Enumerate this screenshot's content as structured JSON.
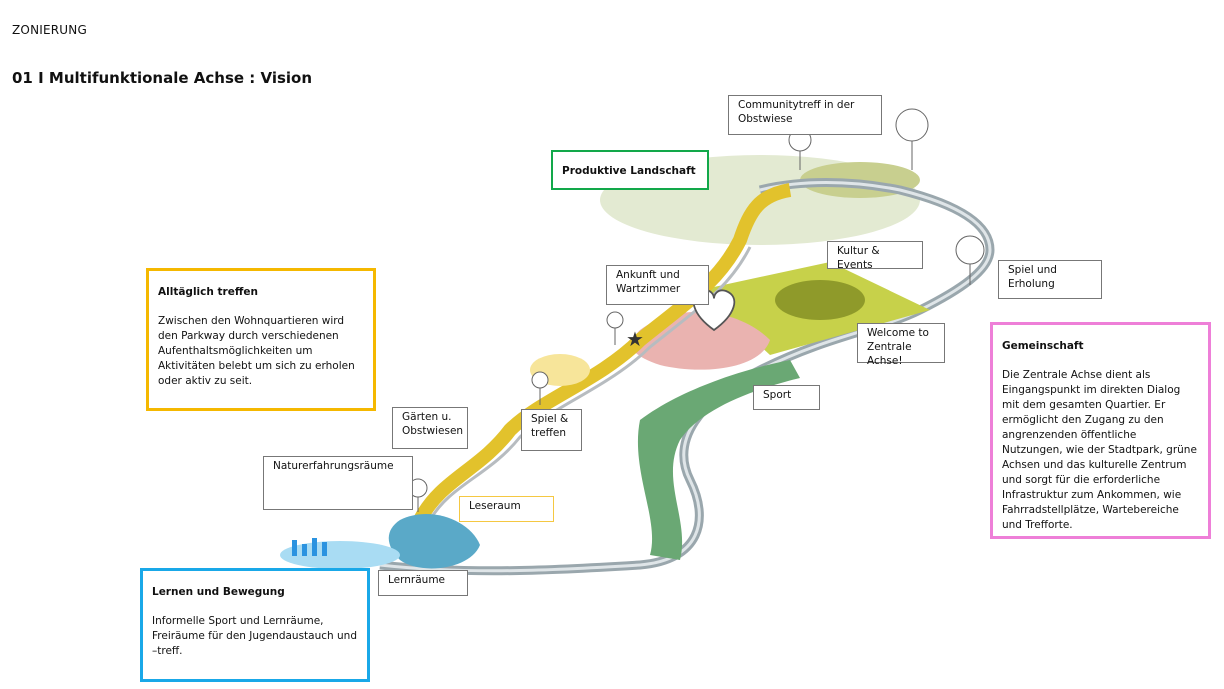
{
  "header": {
    "section": "ZONIERUNG",
    "title": "01 I Multifunktionale Achse : Vision"
  },
  "colors": {
    "yellow": "#f5b800",
    "pink": "#ee7fd8",
    "blue": "#19a8e8",
    "green": "#12a84a",
    "road": "#8a9aa2"
  },
  "labels": {
    "communitytreff": "Communitytreff in der Obstwiese",
    "produktive": "Produktive Landschaft",
    "kultur": "Kultur & Events",
    "spiel_erholung": "Spiel und Erholung",
    "ankunft": "Ankunft und Wartzimmer",
    "welcome": "Welcome to Zentrale Achse!",
    "sport": "Sport",
    "gaerten": "Gärten u. Obstwiesen",
    "spiel_treffen": "Spiel  & treffen",
    "naturerfahrung": "Naturerfahrungsräume",
    "leseraum": "Leseraum",
    "lernraeume": "Lernräume"
  },
  "cards": {
    "alltaeglich": {
      "title": "Alltäglich treffen",
      "text": "Zwischen den Wohnquartieren wird den Parkway durch verschiedenen Aufenthaltsmöglichkeiten um Aktivitäten belebt um sich zu erholen oder aktiv zu seit."
    },
    "gemeinschaft": {
      "title": "Gemeinschaft",
      "text": "Die Zentrale Achse dient als Eingangspunkt im direkten Dialog mit dem gesamten Quartier. Er ermöglicht den Zugang zu den angrenzenden öffentliche Nutzungen, wie der Stadtpark, grüne Achsen und das kulturelle Zentrum und sorgt für die erforderliche Infrastruktur zum Ankommen, wie Fahrradstellplätze, Wartebereiche und Trefforte."
    },
    "lernen": {
      "title": "Lernen und Bewegung",
      "text": "Informelle Sport und Lernräume, Freiräume für den Jugendaustauch und –treff."
    }
  }
}
